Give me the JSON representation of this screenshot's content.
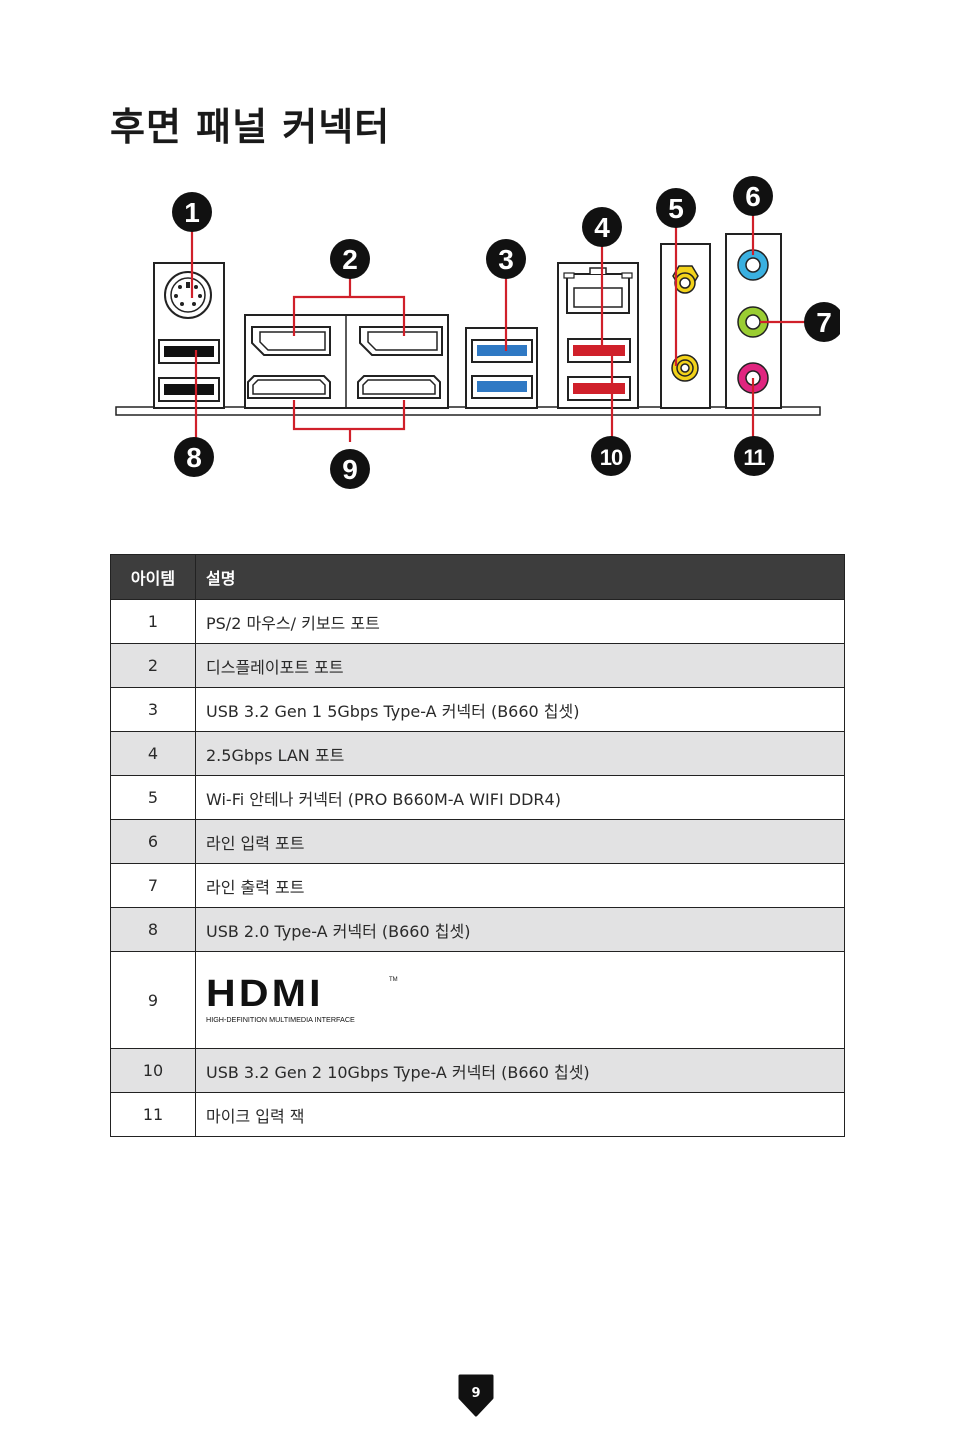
{
  "page": {
    "title": "후면 패널 커넥터",
    "number": "9"
  },
  "diagram": {
    "callouts": [
      "1",
      "2",
      "3",
      "4",
      "5",
      "6",
      "7",
      "8",
      "9",
      "10",
      "11"
    ]
  },
  "table": {
    "headers": {
      "item": "아이템",
      "desc": "설명"
    },
    "rows": [
      {
        "num": "1",
        "desc": " PS/2 마우스/ 키보드 포트"
      },
      {
        "num": "2",
        "desc": "디스플레이포트 포트"
      },
      {
        "num": "3",
        "desc": "USB 3.2 Gen 1 5Gbps Type-A 커넥터 (B660 칩셋)"
      },
      {
        "num": "4",
        "desc": "2.5Gbps LAN 포트"
      },
      {
        "num": "5",
        "desc": "Wi-Fi 안테나 커넥터 (PRO B660M-A WIFI DDR4)"
      },
      {
        "num": "6",
        "desc": "라인 입력 포트"
      },
      {
        "num": "7",
        "desc": "라인 출력 포트"
      },
      {
        "num": "8",
        "desc": "USB 2.0 Type-A 커넥터 (B660 칩셋)"
      },
      {
        "num": "9",
        "desc": ""
      },
      {
        "num": "10",
        "desc": "USB 3.2 Gen 2 10Gbps Type-A 커넥터 (B660 칩셋)"
      },
      {
        "num": "11",
        "desc": "마이크 입력 잭"
      }
    ],
    "hdmi_logo": {
      "wordmark": "HDMI",
      "tagline": "HIGH-DEFINITION MULTIMEDIA INTERFACE",
      "tm": "TM"
    }
  },
  "colors": {
    "callout_line": "#d0202a",
    "callout_badge": "#111111",
    "usb3_blue": "#2f79c4",
    "usb_red": "#d0202a",
    "audio_blue": "#3ab0e0",
    "audio_green": "#9acd32",
    "audio_pink": "#e0257f",
    "antenna_gold": "#f2d21a",
    "header_bg": "#3d3d3d",
    "row_shade": "#e2e2e3"
  }
}
